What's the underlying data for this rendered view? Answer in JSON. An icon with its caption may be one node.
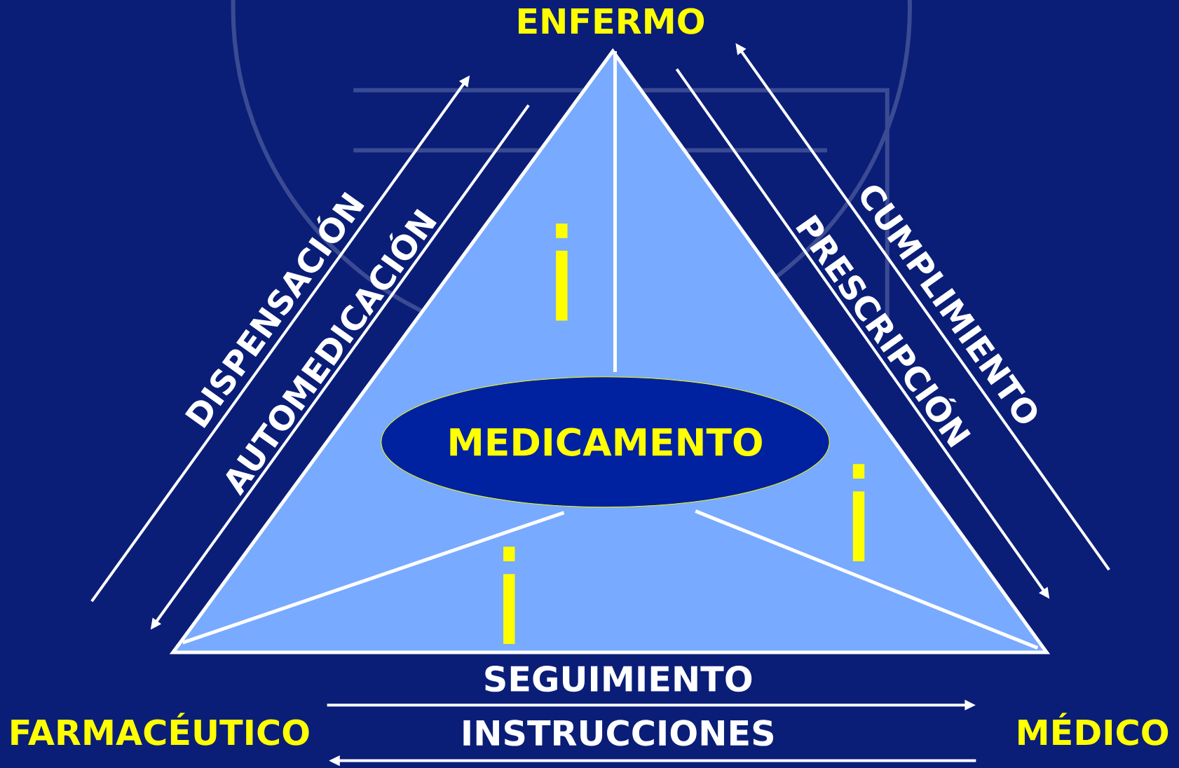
{
  "diagram": {
    "nodes": [
      {
        "text": [
          "ENFERMO"
        ]
      },
      {
        "text": [
          "FARMACÉUTICO"
        ]
      },
      {
        "text": [
          "MÉDICO"
        ]
      },
      {
        "text": [],
        "shape": "triangle"
      },
      {
        "text": [
          "MEDICAMENTO"
        ],
        "in": 3
      }
    ],
    "edges": [
      {
        "from": null,
        "to": 0,
        "arrow": "to",
        "label": "DISPENSACIÓN"
      },
      {
        "from": 0,
        "to": 1,
        "arrow": "to",
        "label": "AUTOMEDICACIÓN"
      },
      {
        "from": null,
        "to": 0,
        "arrow": "to",
        "label": "CUMPLIMIENTO"
      },
      {
        "from": 0,
        "to": null,
        "arrow": "to",
        "label": "PRESCRIPCIÓN"
      },
      {
        "from": 1,
        "to": 2,
        "arrow": "to",
        "label": "SEGUIMIENTO"
      },
      {
        "from": 2,
        "to": 1,
        "arrow": "to",
        "label": "INSTRUCCIONES"
      }
    ],
    "labels": [
      "i",
      "i",
      "i"
    ]
  }
}
